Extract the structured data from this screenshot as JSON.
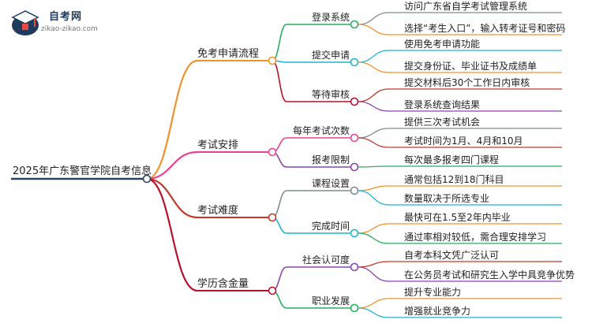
{
  "brand": {
    "name": "自考网",
    "url": "zikao-zikao.com"
  },
  "colors": {
    "root": "#27455f",
    "orange": "#f0932b",
    "pink": "#e84393",
    "gray": "#7f8c8d",
    "red": "#c0392b",
    "green": "#27ae60",
    "cyan": "#1fb5d1",
    "purple": "#8e44ad",
    "darkred": "#b7122b"
  },
  "root": {
    "label": "2025年广东警官学院自考信息"
  },
  "branches": [
    {
      "label": "免考申请流程",
      "children": [
        {
          "label": "登录系统",
          "leaves": [
            "访问广东省自学考试管理系统",
            "选择“考生入口”，输入转考证号和密码"
          ]
        },
        {
          "label": "提交申请",
          "leaves": [
            "使用免考申请功能",
            "提交身份证、毕业证书及成绩单"
          ]
        },
        {
          "label": "等待审核",
          "leaves": [
            "提交材料后30个工作日内审核",
            "登录系统查询结果"
          ]
        }
      ]
    },
    {
      "label": "考试安排",
      "children": [
        {
          "label": "每年考试次数",
          "leaves": [
            "提供三次考试机会",
            "考试时间为1月、4月和10月"
          ]
        },
        {
          "label": "报考限制",
          "leaves": [
            "每次最多报考四门课程"
          ]
        }
      ]
    },
    {
      "label": "考试难度",
      "children": [
        {
          "label": "课程设置",
          "leaves": [
            "通常包括12到18门科目",
            "数量取决于所选专业"
          ]
        },
        {
          "label": "完成时间",
          "leaves": [
            "最快可在1.5至2年内毕业",
            "通过率相对较低，需合理安排学习"
          ]
        }
      ]
    },
    {
      "label": "学历含金量",
      "children": [
        {
          "label": "社会认可度",
          "leaves": [
            "自考本科文凭广泛认可",
            "在公务员考试和研究生入学中具竞争优势"
          ]
        },
        {
          "label": "职业发展",
          "leaves": [
            "提升专业能力",
            "增强就业竞争力"
          ]
        }
      ]
    }
  ]
}
